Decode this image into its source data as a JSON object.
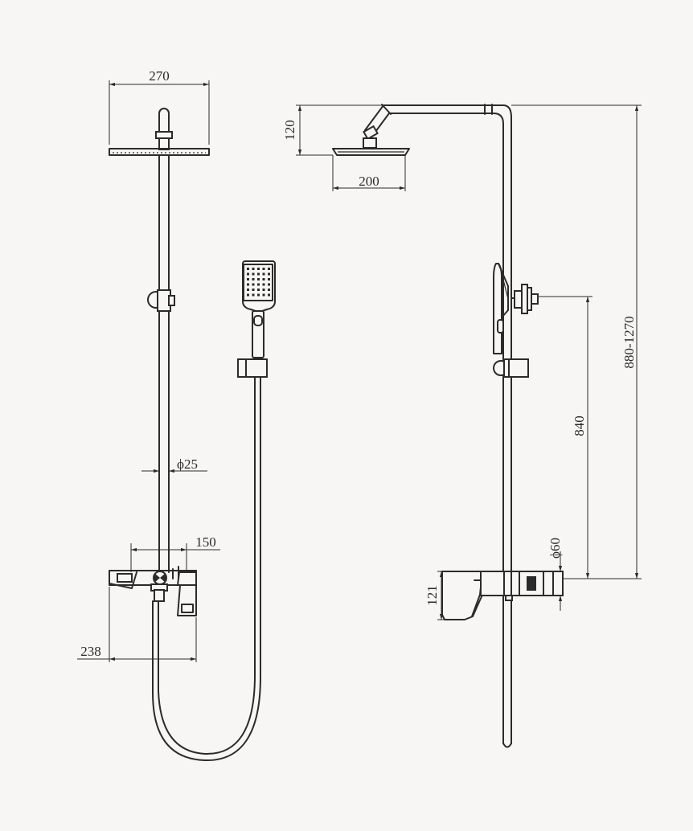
{
  "front_view": {
    "head_width": "270",
    "pipe_diameter": "ϕ25",
    "spout_projection": "150",
    "mixer_width": "238"
  },
  "side_view": {
    "head_drop": "120",
    "head_depth": "200",
    "total_height": "880-1270",
    "bracket_height": "840",
    "inlet_diameter": "ϕ60",
    "mixer_height": "121"
  }
}
